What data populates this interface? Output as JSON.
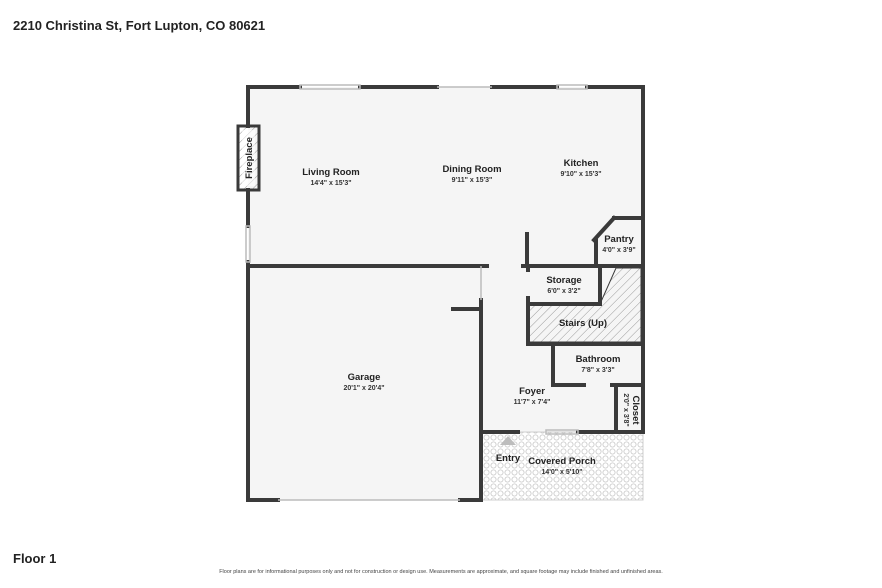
{
  "header": {
    "address": "2210 Christina St, Fort Lupton, CO 80621"
  },
  "footer": {
    "floor": "Floor 1",
    "disclaimer": "Floor plans are for informational purposes only and not for construction or design use. Measurements are approximate, and square footage may include finished and unfinished areas."
  },
  "rooms": {
    "living_room": {
      "name": "Living Room",
      "dims": "14'4\" x 15'3\""
    },
    "dining_room": {
      "name": "Dining Room",
      "dims": "9'11\" x 15'3\""
    },
    "kitchen": {
      "name": "Kitchen",
      "dims": "9'10\" x 15'3\""
    },
    "pantry": {
      "name": "Pantry",
      "dims": "4'0\" x 3'9\""
    },
    "storage": {
      "name": "Storage",
      "dims": "6'0\" x 3'2\""
    },
    "stairs": {
      "name": "Stairs (Up)"
    },
    "bathroom": {
      "name": "Bathroom",
      "dims": "7'8\" x 3'3\""
    },
    "garage": {
      "name": "Garage",
      "dims": "20'1\" x 20'4\""
    },
    "foyer": {
      "name": "Foyer",
      "dims": "11'7\" x 7'4\""
    },
    "closet": {
      "name": "Closet",
      "dims": "2'0\" x 3'8\""
    },
    "entry": {
      "name": "Entry"
    },
    "covered_porch": {
      "name": "Covered Porch",
      "dims": "14'0\" x 5'10\""
    },
    "fireplace": {
      "name": "Fireplace"
    }
  },
  "colors": {
    "wall": "#3a3a3a",
    "floor": "#f5f5f5",
    "hatch": "#9a9a9a",
    "window": "#bbbbbb"
  }
}
